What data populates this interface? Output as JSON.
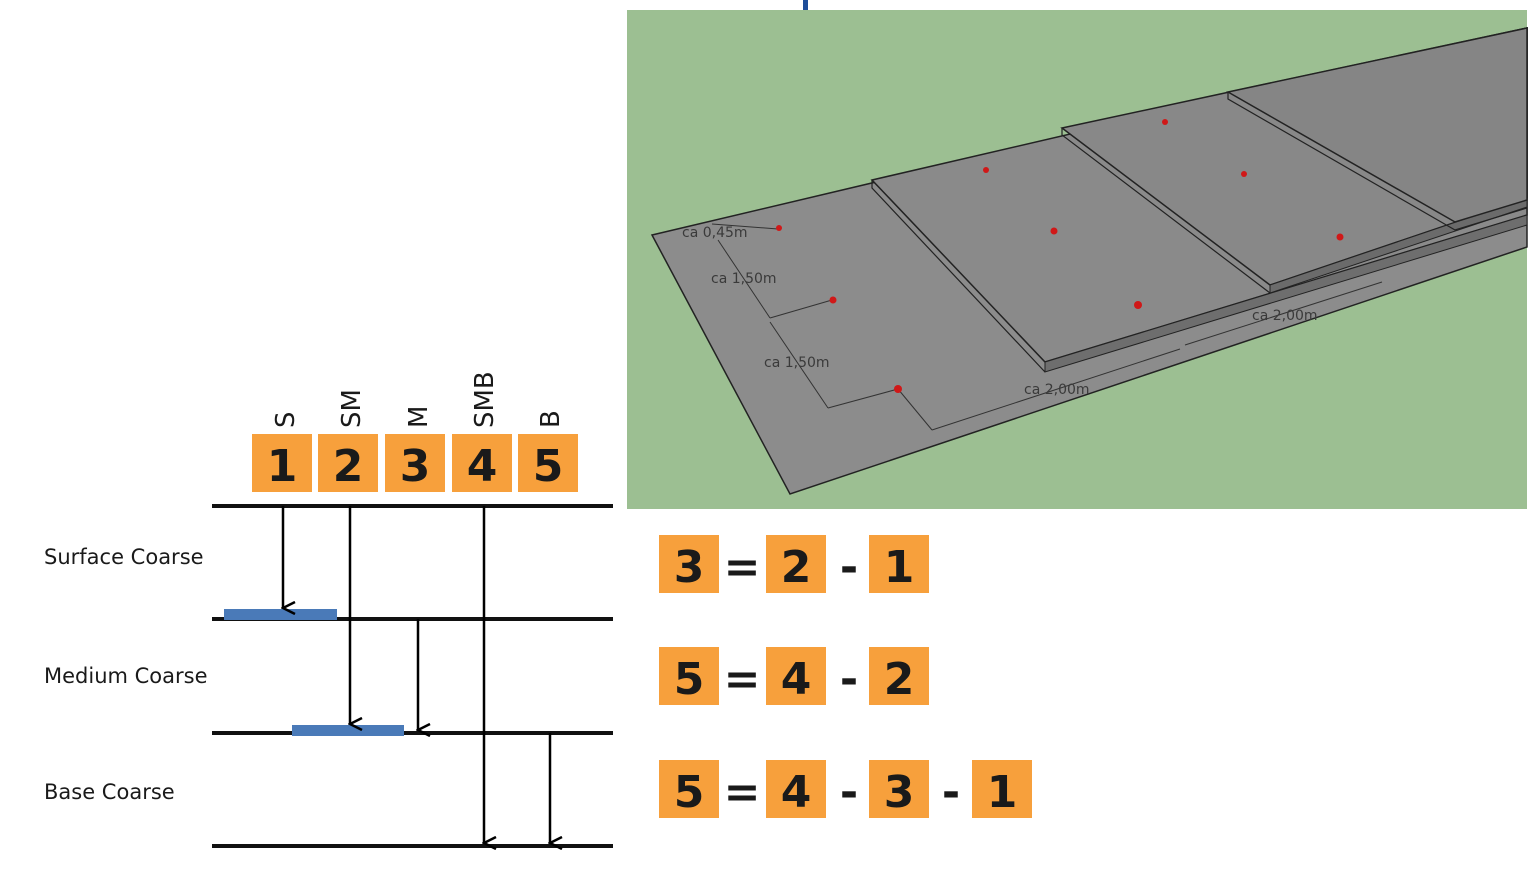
{
  "columns": [
    {
      "number": "1",
      "code": "S"
    },
    {
      "number": "2",
      "code": "SM"
    },
    {
      "number": "3",
      "code": "M"
    },
    {
      "number": "4",
      "code": "SMB"
    },
    {
      "number": "5",
      "code": "B"
    }
  ],
  "layers": {
    "surface": "Surface Coarse",
    "medium": "Medium Coarse",
    "base": "Base Coarse"
  },
  "equations": [
    {
      "lhs": "3",
      "eq": "=",
      "a": "2",
      "op1": "-",
      "b": "1"
    },
    {
      "lhs": "5",
      "eq": "=",
      "a": "4",
      "op1": "-",
      "b": "2"
    },
    {
      "lhs": "5",
      "eq": "=",
      "a": "4",
      "op1": "-",
      "b": "3",
      "op2": "-",
      "c": "1"
    }
  ],
  "model": {
    "dims": {
      "d045": "ca 0,45m",
      "d150a": "ca 1,50m",
      "d150b": "ca 1,50m",
      "d200a": "ca 2,00m",
      "d200b": "ca 2,00m"
    }
  },
  "colors": {
    "box": "#f7a03c",
    "blue_bar": "#4a7ab8",
    "model_bg": "#9cbf92",
    "slab": "#8a8a8a",
    "dot": "#d01818"
  }
}
